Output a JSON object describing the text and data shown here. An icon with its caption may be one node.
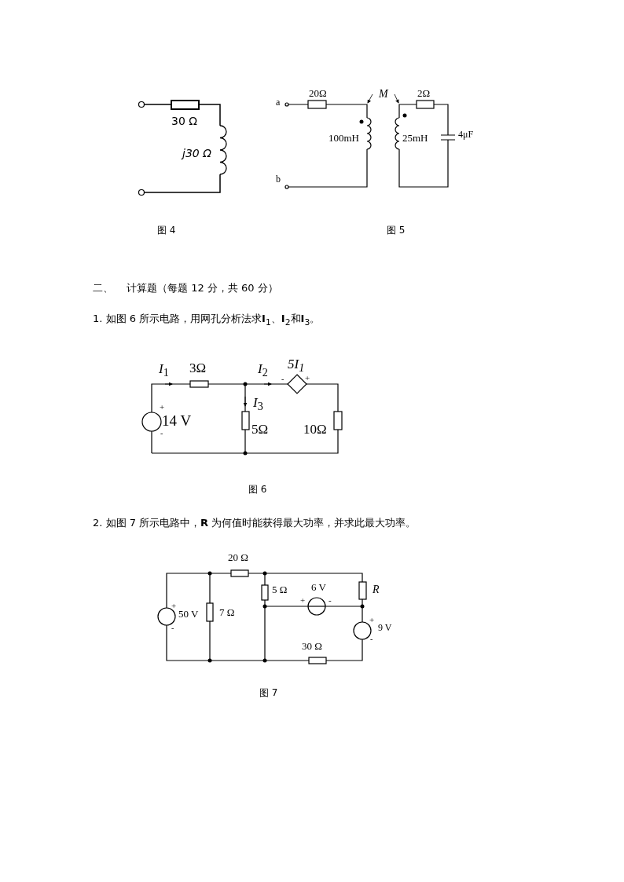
{
  "diagram": {
    "labels": [
      "30 Ω",
      "j30 Ω",
      "a",
      "20Ω",
      "M",
      "2Ω",
      "100mH",
      "25mH",
      "4μF",
      "b",
      "图 4",
      "图 5",
      "二、",
      "计算题（每题 12 分，共 60 分）",
      "1. 如图 6 所示电路，用网孔分析法求**I**$_{1}$、**I**$_{2}$和**I**$_{3}$。",
      "*I*$_{1}$",
      "3Ω",
      "*I*$_{2}$",
      "5I$_{1}$",
      "-",
      "+",
      "+",
      "14 V",
      "-",
      "*I*$_{3}$",
      "5Ω",
      "10Ω",
      "图 6",
      "2. 如图 7 所示电路中，**R** 为何值时能获得最大功率，并求此最大功率。",
      "20 Ω",
      "5 Ω",
      "6 V",
      "+",
      "-",
      "R",
      "+",
      "50 V",
      "-",
      "7 Ω",
      "+",
      "9 V",
      "-",
      "30 Ω",
      "图 7"
    ]
  }
}
